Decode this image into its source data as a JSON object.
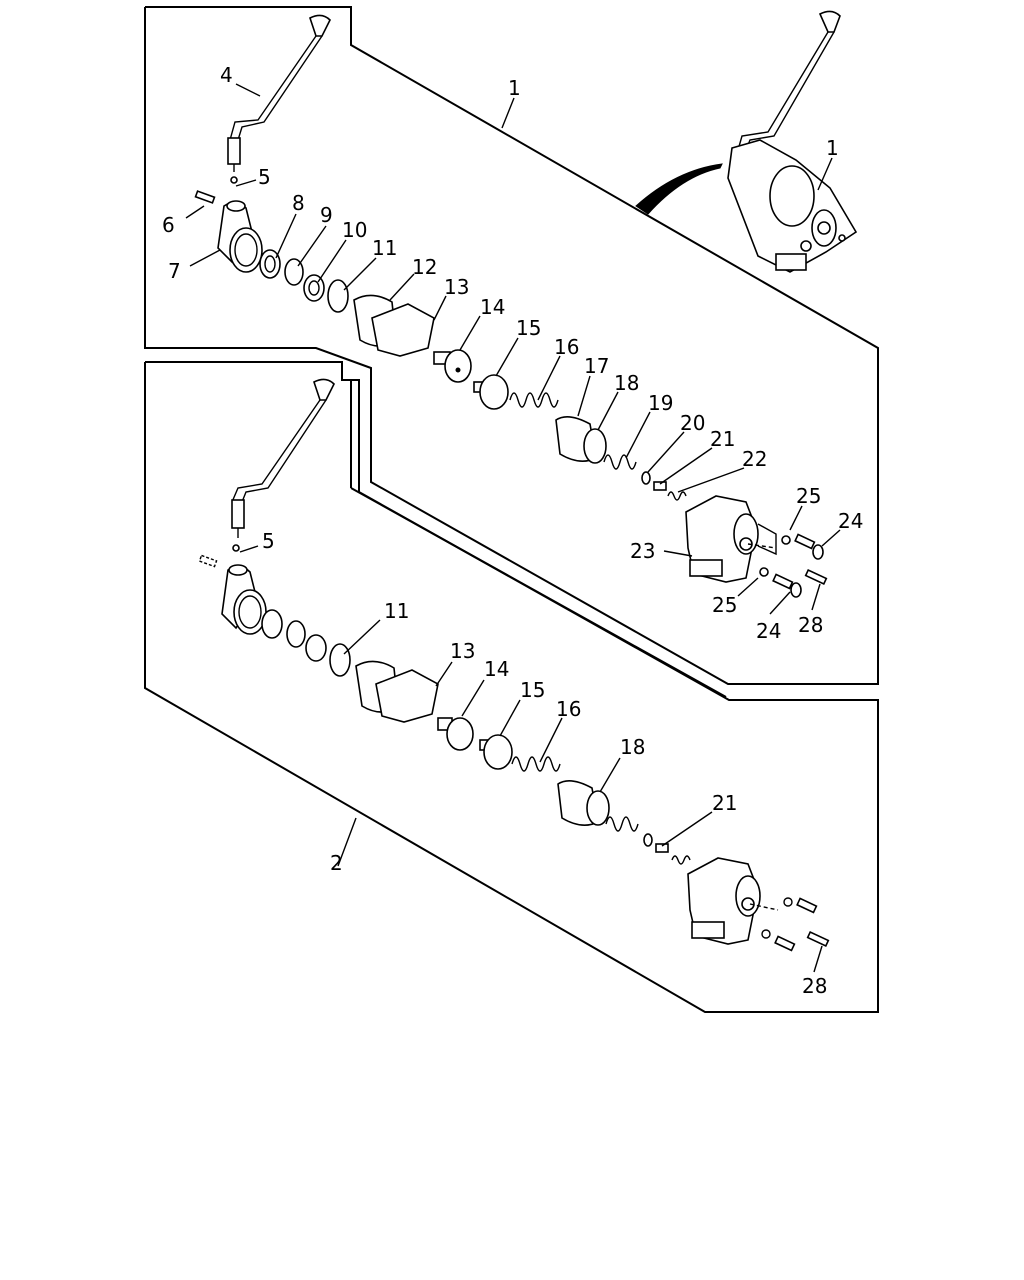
{
  "callouts": {
    "top": {
      "assembly": "1",
      "assembly_inset": "1",
      "n4": "4",
      "n5": "5",
      "n6": "6",
      "n7": "7",
      "n8": "8",
      "n9": "9",
      "n10": "10",
      "n11": "11",
      "n12": "12",
      "n13": "13",
      "n14": "14",
      "n15": "15",
      "n16": "16",
      "n17": "17",
      "n18": "18",
      "n19": "19",
      "n20": "20",
      "n21": "21",
      "n22": "22",
      "n23": "23",
      "n24a": "24",
      "n24b": "24",
      "n25a": "25",
      "n25b": "25",
      "n28": "28"
    },
    "bottom": {
      "assembly": "2",
      "n5": "5",
      "n11": "11",
      "n13": "13",
      "n14": "14",
      "n15": "15",
      "n16": "16",
      "n18": "18",
      "n21": "21",
      "n28": "28"
    }
  }
}
